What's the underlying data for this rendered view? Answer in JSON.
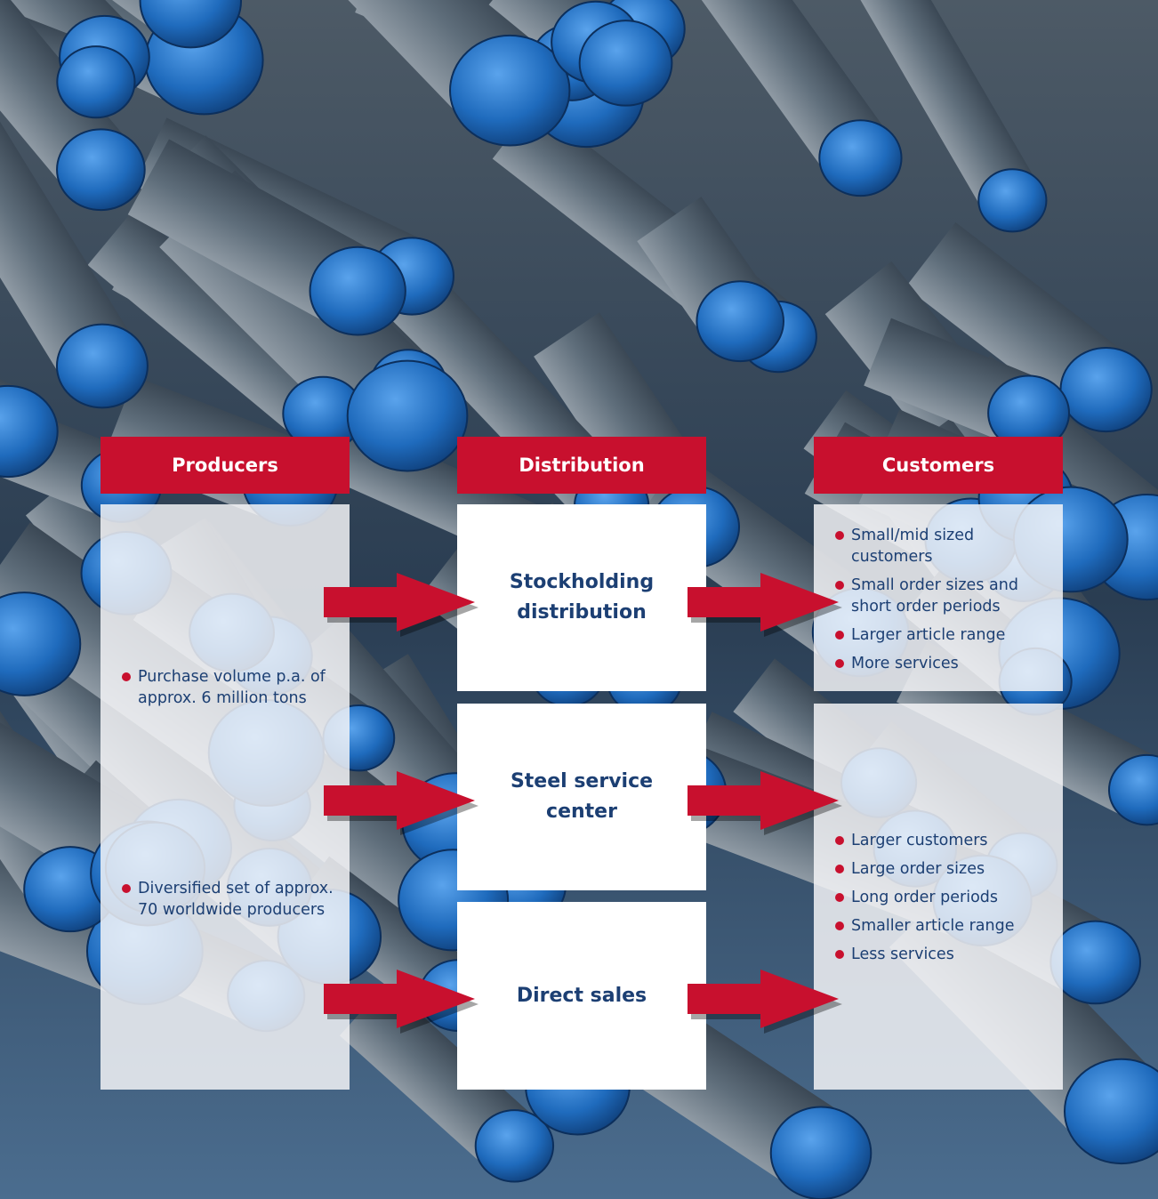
{
  "colors": {
    "accent": "#c8102e",
    "text": "#1c3f73",
    "panel": "#f5f6f8",
    "background": "#1c3550"
  },
  "columns": {
    "producers": "Producers",
    "distribution": "Distribution",
    "customers": "Customers"
  },
  "producers": {
    "bullets": [
      "Purchase volume p.a. of approx. 6 million tons",
      "Diversified set of approx. 70 worldwide producers"
    ]
  },
  "distribution": {
    "channels": [
      "Stockholding distribution",
      "Steel service center",
      "Direct sales"
    ]
  },
  "customers": {
    "group_small": [
      "Small/mid sized customers",
      "Small order sizes and short order periods",
      "Larger article range",
      "More services"
    ],
    "group_large": [
      "Larger customers",
      "Large order sizes",
      "Long order periods",
      "Smaller article range",
      "Less services"
    ]
  },
  "icons": {
    "arrow": "right-arrow-icon",
    "bullet": "bullet-dot-icon"
  }
}
